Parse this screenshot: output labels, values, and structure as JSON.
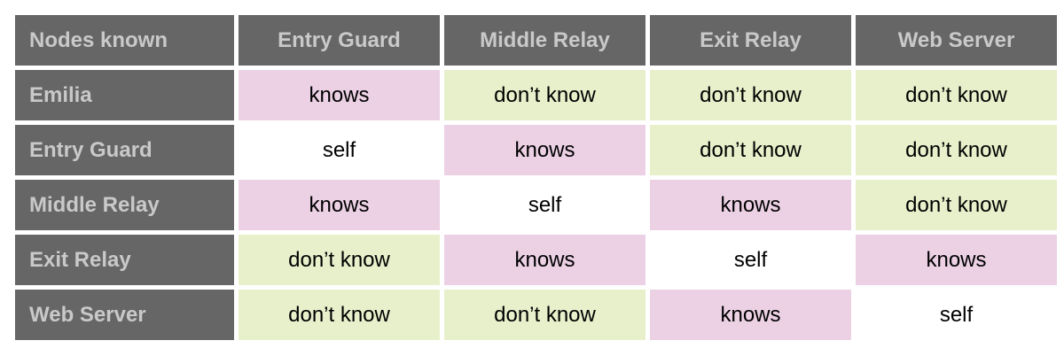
{
  "colors": {
    "header_bg": "#666666",
    "header_text": "#c9c9c9",
    "knows_bg": "#ecd1e5",
    "dont_know_bg": "#e7f0cb",
    "self_bg": "#ffffff",
    "body_text": "#000000",
    "gap": "#ffffff"
  },
  "chart_data": {
    "type": "table",
    "title": "",
    "columns": [
      "Nodes known",
      "Entry Guard",
      "Middle Relay",
      "Exit Relay",
      "Web Server"
    ],
    "rows": [
      [
        "Emilia",
        "knows",
        "don’t know",
        "don’t know",
        "don’t know"
      ],
      [
        "Entry Guard",
        "self",
        "knows",
        "don’t know",
        "don’t know"
      ],
      [
        "Middle Relay",
        "knows",
        "self",
        "knows",
        "don’t know"
      ],
      [
        "Exit Relay",
        "don’t know",
        "knows",
        "self",
        "knows"
      ],
      [
        "Web Server",
        "don’t know",
        "don’t know",
        "knows",
        "self"
      ]
    ],
    "cell_color_legend": {
      "knows": "#ecd1e5",
      "don’t know": "#e7f0cb",
      "self": "#ffffff"
    },
    "layout_hints": {
      "header_row_and_first_column": "dark gray #666666 with light gray bold text",
      "grid": "5px white gaps between cells"
    }
  },
  "table": {
    "corner_label": "Nodes known",
    "columns": [
      "Entry Guard",
      "Middle Relay",
      "Exit Relay",
      "Web Server"
    ],
    "rows": [
      {
        "label": "Emilia",
        "cells": [
          {
            "label": "knows",
            "type": "knows"
          },
          {
            "label": "don’t know",
            "type": "dont-know"
          },
          {
            "label": "don’t know",
            "type": "dont-know"
          },
          {
            "label": "don’t know",
            "type": "dont-know"
          }
        ]
      },
      {
        "label": "Entry Guard",
        "cells": [
          {
            "label": "self",
            "type": "self"
          },
          {
            "label": "knows",
            "type": "knows"
          },
          {
            "label": "don’t know",
            "type": "dont-know"
          },
          {
            "label": "don’t know",
            "type": "dont-know"
          }
        ]
      },
      {
        "label": "Middle Relay",
        "cells": [
          {
            "label": "knows",
            "type": "knows"
          },
          {
            "label": "self",
            "type": "self"
          },
          {
            "label": "knows",
            "type": "knows"
          },
          {
            "label": "don’t know",
            "type": "dont-know"
          }
        ]
      },
      {
        "label": "Exit Relay",
        "cells": [
          {
            "label": "don’t know",
            "type": "dont-know"
          },
          {
            "label": "knows",
            "type": "knows"
          },
          {
            "label": "self",
            "type": "self"
          },
          {
            "label": "knows",
            "type": "knows"
          }
        ]
      },
      {
        "label": "Web Server",
        "cells": [
          {
            "label": "don’t know",
            "type": "dont-know"
          },
          {
            "label": "don’t know",
            "type": "dont-know"
          },
          {
            "label": "knows",
            "type": "knows"
          },
          {
            "label": "self",
            "type": "self"
          }
        ]
      }
    ]
  }
}
